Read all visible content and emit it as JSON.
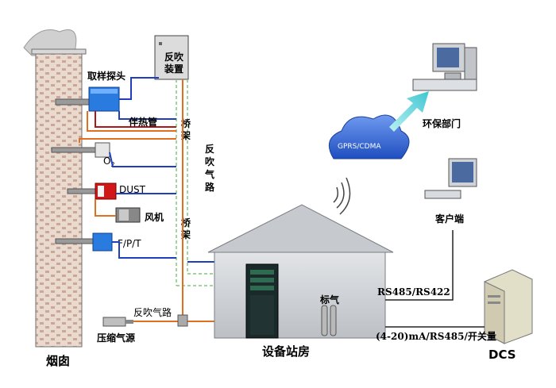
{
  "labels": {
    "probe": "取样探头",
    "heat_pipe": "伴热管",
    "backflush_device_line1": "反吹",
    "backflush_device_line2": "装置",
    "bridge_top": [
      "桥",
      "架"
    ],
    "bridge_bottom": [
      "桥",
      "架"
    ],
    "backflush_path_vertical": [
      "反",
      "吹",
      "气",
      "路"
    ],
    "o2": "O",
    "o2_sub": "2",
    "dust": "DUST",
    "fan": "风机",
    "fpt": "F/P/T",
    "backflush_path": "反吹气路",
    "compressed_air": "压缩气源",
    "chimney": "烟囱",
    "station": "设备站房",
    "std_gas": "标气",
    "gprs": "GPRS/CDMA",
    "env_dept": "环保部门",
    "client": "客户端",
    "rs485_422": "RS485/RS422",
    "dcs_signal": "(4-20)mA/RS485/开关量",
    "dcs": "DCS"
  },
  "colors": {
    "blue_line": "#1f3fbf",
    "orange_line": "#e07020",
    "green_dash": "#7fc87f",
    "device_blue": "#2a7be0",
    "brick": "#e9d8cc",
    "cloud": "#3a6fd8",
    "arrow": "#55cfd8"
  }
}
